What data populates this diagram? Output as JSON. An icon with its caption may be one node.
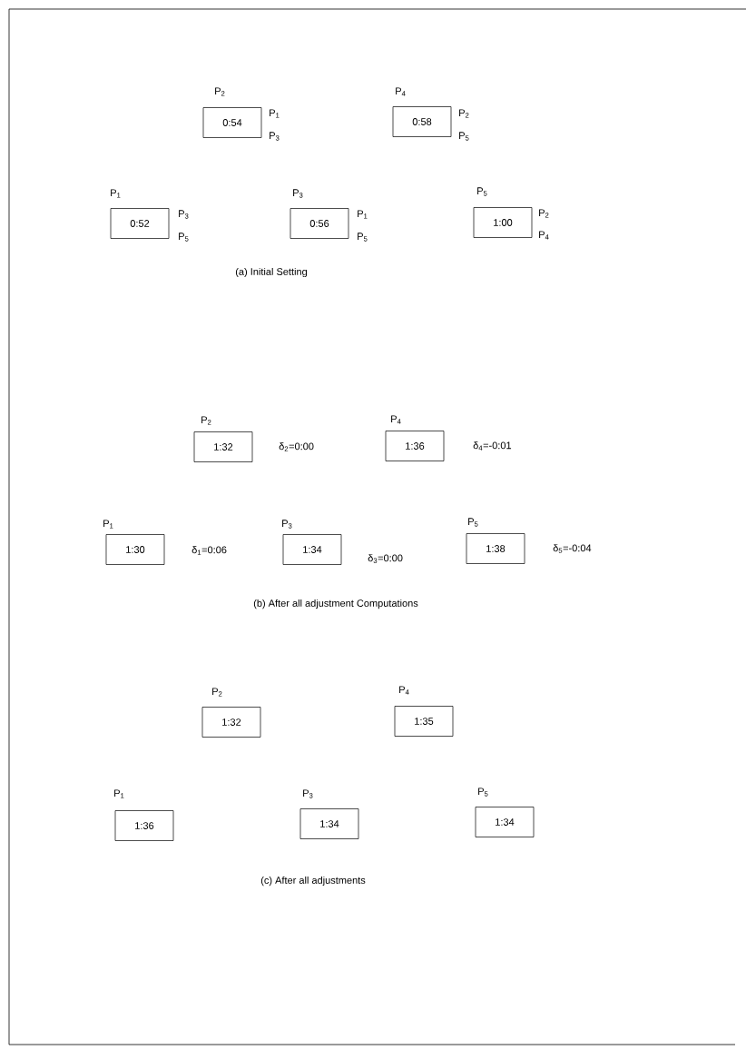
{
  "diagram": {
    "nodes": [
      {
        "text": [
          "P$_{2}$",
          "0:54"
        ],
        "beside": [
          "P$_{1}$",
          "P$_{3}$"
        ]
      },
      {
        "text": [
          "P$_{4}$",
          "0:58"
        ],
        "beside": [
          "P$_{2}$",
          "P$_{5}$"
        ]
      },
      {
        "text": [
          "P$_{1}$",
          "0:52"
        ],
        "beside": [
          "P$_{3}$",
          "P$_{5}$"
        ]
      },
      {
        "text": [
          "P$_{3}$",
          "0:56"
        ],
        "beside": [
          "P$_{1}$",
          "P$_{5}$"
        ]
      },
      {
        "text": [
          "P$_{5}$",
          "1:00"
        ],
        "beside": [
          "P$_{2}$",
          "P$_{4}$"
        ]
      },
      {
        "text": [
          "P$_{2}$",
          "1:32"
        ],
        "beside": [
          "δ$_{2}$=0:00"
        ]
      },
      {
        "text": [
          "P$_{4}$",
          "1:36"
        ],
        "beside": [
          "δ$_{4}$=-0:01"
        ]
      },
      {
        "text": [
          "P$_{1}$",
          "1:30"
        ],
        "beside": [
          "δ$_{1}$=0:06"
        ]
      },
      {
        "text": [
          "P$_{3}$",
          "1:34"
        ],
        "beside": [
          "δ$_{3}$=0:00"
        ]
      },
      {
        "text": [
          "P$_{5}$",
          "1:38"
        ],
        "beside": [
          "δ$_{5}$=-0:04"
        ]
      },
      {
        "text": [
          "P$_{2}$",
          "1:32"
        ]
      },
      {
        "text": [
          "P$_{4}$",
          "1:35"
        ]
      },
      {
        "text": [
          "P$_{1}$",
          "1:36"
        ]
      },
      {
        "text": [
          "P$_{3}$",
          "1:34"
        ]
      },
      {
        "text": [
          "P$_{5}$",
          "1:34"
        ]
      }
    ],
    "labels": [
      "(a) Initial Setting",
      "(b) After all adjustment Computations",
      "(c) After all adjustments"
    ]
  }
}
